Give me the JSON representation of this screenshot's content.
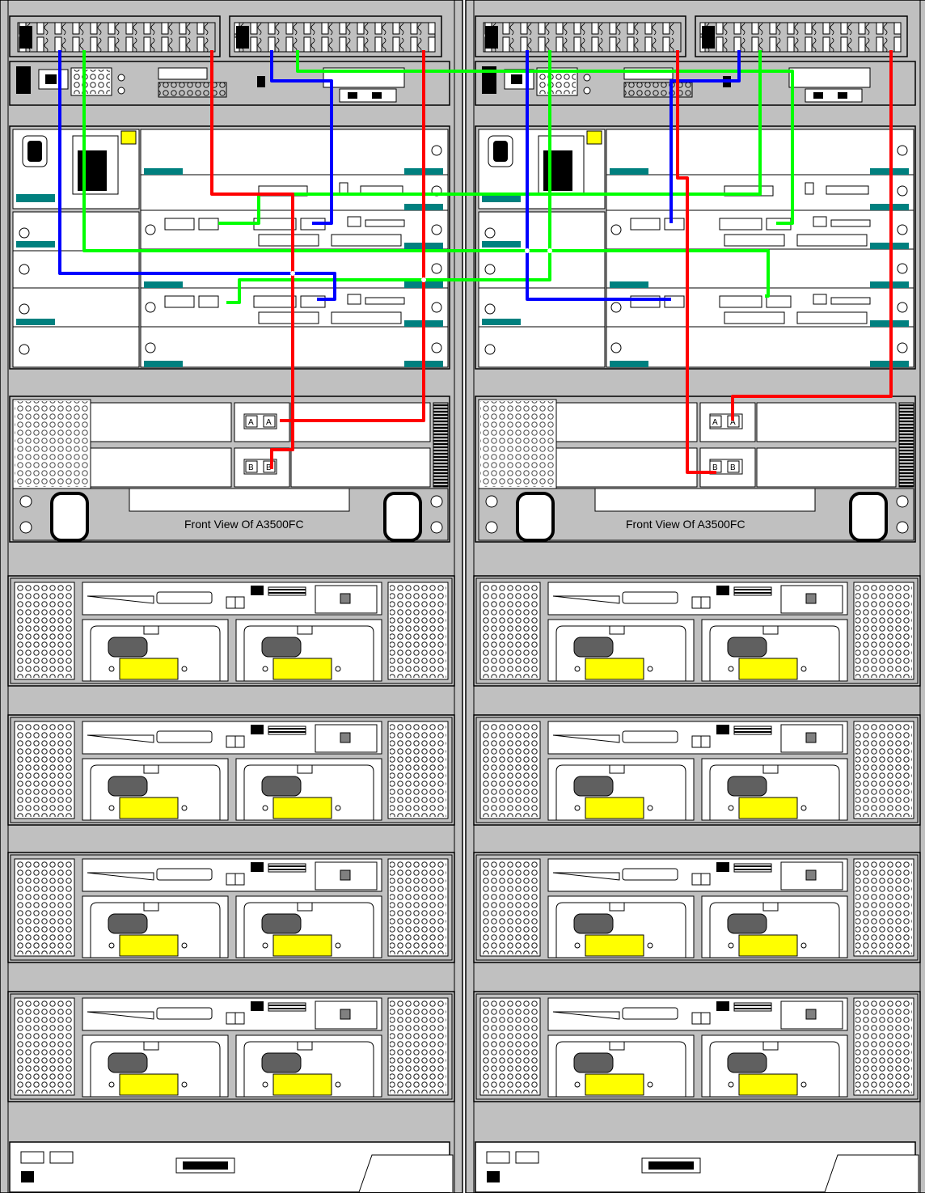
{
  "diagram": {
    "labels": {
      "left_caption": "Front View Of A3500FC",
      "right_caption": "Front View Of A3500FC",
      "left_port_a": "A",
      "left_port_b": "B",
      "right_port_a": "A",
      "right_port_b": "B"
    },
    "cable_colors": {
      "red": "#ff0000",
      "blue": "#0000ff",
      "green": "#00ff00"
    },
    "palette": {
      "rack_gray": "#c0c0c0",
      "panel_gray": "#c8c8c8",
      "teal": "#00807f",
      "yellow": "#ffff00",
      "dark_gray": "#404040"
    },
    "components": {
      "rack_frames": 2,
      "controller_modules_per_rack": 1,
      "disk_trays_per_rack": 4
    }
  }
}
